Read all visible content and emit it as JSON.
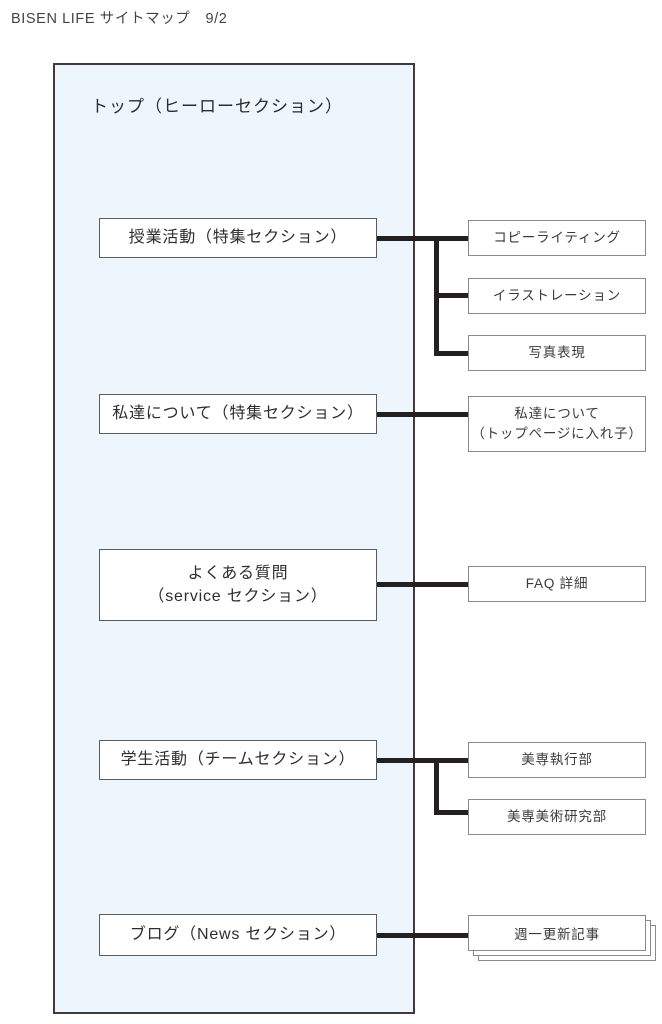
{
  "document": {
    "title": "BISEN LIFE サイトマップ　9/2"
  },
  "colors": {
    "container_fill": "#eef6fd",
    "container_border": "#41393b",
    "connector": "#241f20",
    "node_border": "#8a8a8a",
    "text": "#2d2d2d",
    "page_background": "#ffffff"
  },
  "root": {
    "label": "トップ（ヒーローセクション）"
  },
  "sections": [
    {
      "id": "lessons",
      "label": "授業活動（特集セクション）",
      "children": [
        {
          "id": "copywriting",
          "label": "コピーライティング"
        },
        {
          "id": "illustration",
          "label": "イラストレーション"
        },
        {
          "id": "photography",
          "label": "写真表現"
        }
      ]
    },
    {
      "id": "about",
      "label": "私達について（特集セクション）",
      "children": [
        {
          "id": "about-detail",
          "label": "私達について",
          "label_line2": "（トップページに入れ子）"
        }
      ]
    },
    {
      "id": "faq",
      "label": "よくある質問",
      "label_line2": "（service セクション）",
      "children": [
        {
          "id": "faq-detail",
          "label": "FAQ 詳細"
        }
      ]
    },
    {
      "id": "students",
      "label": "学生活動（チームセクション）",
      "children": [
        {
          "id": "exec",
          "label": "美専執行部"
        },
        {
          "id": "art-club",
          "label": "美専美術研究部"
        }
      ]
    },
    {
      "id": "blog",
      "label": "ブログ（News セクション）",
      "children": [
        {
          "id": "weekly-article",
          "label": "週一更新記事",
          "style": "stacked-pages"
        }
      ]
    }
  ]
}
